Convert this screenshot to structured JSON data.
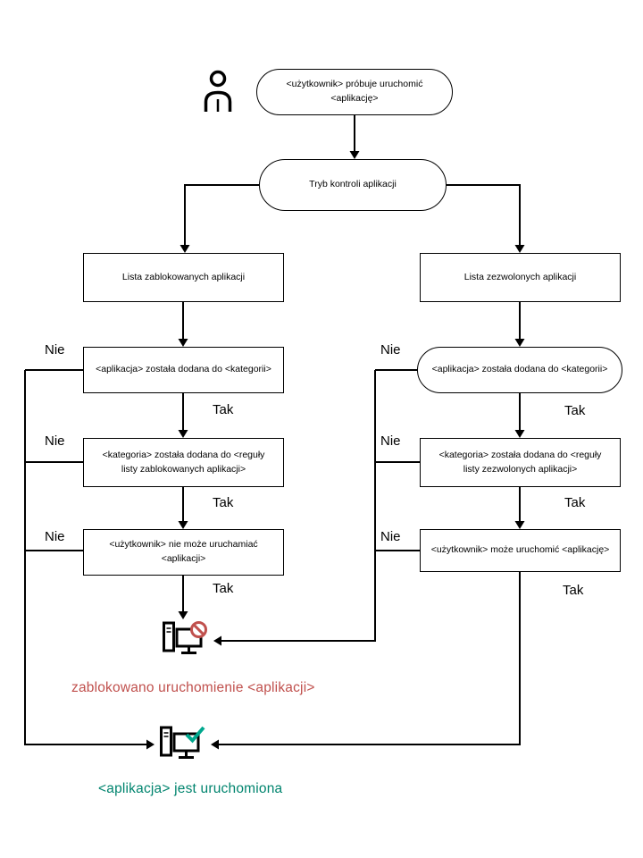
{
  "nodes": {
    "start": "<użytkownik> próbuje uruchomić\n<aplikację>",
    "mode": "Tryb kontroli aplikacji",
    "left_list": "Lista zablokowanych aplikacji",
    "left_category": "<aplikacja> została dodana do <kategorii>",
    "left_rule": "<kategoria> została dodana do <reguły\nlisty zablokowanych aplikacji>",
    "left_result": "<użytkownik> nie może uruchamiać\n<aplikacji>",
    "right_list": "Lista zezwolonych aplikacji",
    "right_category": "<aplikacja> została dodana do <kategorii>",
    "right_rule": "<kategoria> została dodana do <reguły\nlisty zezwolonych aplikacji>",
    "right_result": "<użytkownik> może uruchomić <aplikację>"
  },
  "labels": {
    "yes": "Tak",
    "no": "Nie"
  },
  "outcomes": {
    "blocked_text": "zablokowano uruchomienie <aplikacji>",
    "running_text": "<aplikacja> jest uruchomiona"
  },
  "colors": {
    "blocked_red": "#c0504d",
    "running_green": "#00846e",
    "check_green": "#00a88e",
    "line_black": "#000000"
  },
  "icons": {
    "user": "user-icon",
    "blocked": "blocked-computer-icon",
    "running": "running-computer-icon"
  }
}
